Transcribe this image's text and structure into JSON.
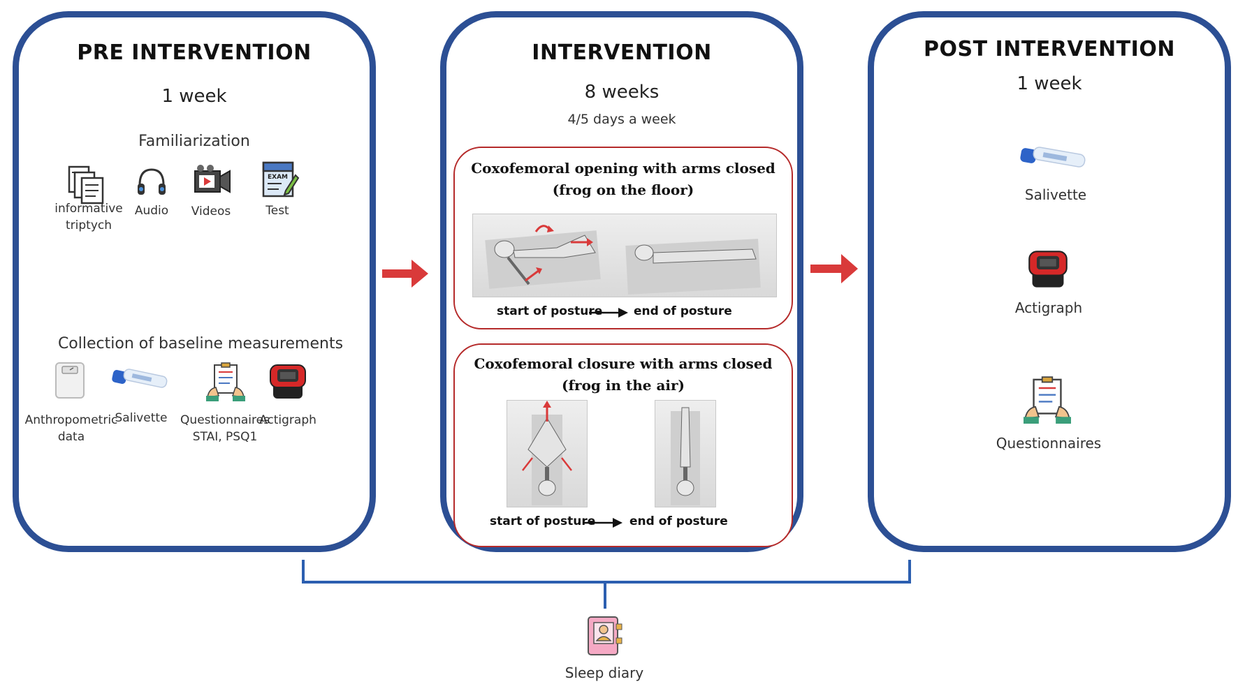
{
  "pre": {
    "title": "PRE INTERVENTION",
    "duration": "1 week",
    "familiarization": {
      "heading": "Familiarization",
      "items": [
        {
          "label1": "informative",
          "label2": "triptych",
          "icon": "document-icon"
        },
        {
          "label1": "Audio",
          "label2": "",
          "icon": "headphones-icon"
        },
        {
          "label1": "Videos",
          "label2": "",
          "icon": "video-camera-icon"
        },
        {
          "label1": "Test",
          "label2": "",
          "icon": "exam-icon"
        }
      ],
      "exam_icon_text": "EXAM"
    },
    "baseline": {
      "heading": "Collection of baseline measurements",
      "items": [
        {
          "label1": "Anthropometric",
          "label2": "data",
          "icon": "scale-icon"
        },
        {
          "label1": "Salivette",
          "label2": "",
          "icon": "salivette-icon"
        },
        {
          "label1": "Questionnaires",
          "label2": "STAI, PSQ1",
          "icon": "questionnaire-icon"
        },
        {
          "label1": "Actigraph",
          "label2": "",
          "icon": "actigraph-icon"
        }
      ]
    }
  },
  "intervention": {
    "title": "INTERVENTION",
    "duration": "8 weeks",
    "frequency": "4/5 days a week",
    "exercises": [
      {
        "title1": "Coxofemoral opening with arms closed",
        "title2": "(frog on the floor)",
        "start": "start of posture",
        "end": "end of posture"
      },
      {
        "title1": "Coxofemoral closure with arms closed",
        "title2": "(frog in the air)",
        "start": "start of posture",
        "end": "end of posture"
      }
    ]
  },
  "post": {
    "title": "POST INTERVENTION",
    "duration": "1 week",
    "items": [
      {
        "label": "Salivette",
        "icon": "salivette-icon"
      },
      {
        "label": "Actigraph",
        "icon": "actigraph-icon"
      },
      {
        "label": "Questionnaires",
        "icon": "questionnaire-icon"
      }
    ]
  },
  "sleep_diary": {
    "label": "Sleep diary",
    "icon": "sleep-diary-icon"
  },
  "colors": {
    "panel_border": "#2c4f94",
    "arrow": "#d93a3a",
    "subbox_border": "#b52a2a"
  }
}
